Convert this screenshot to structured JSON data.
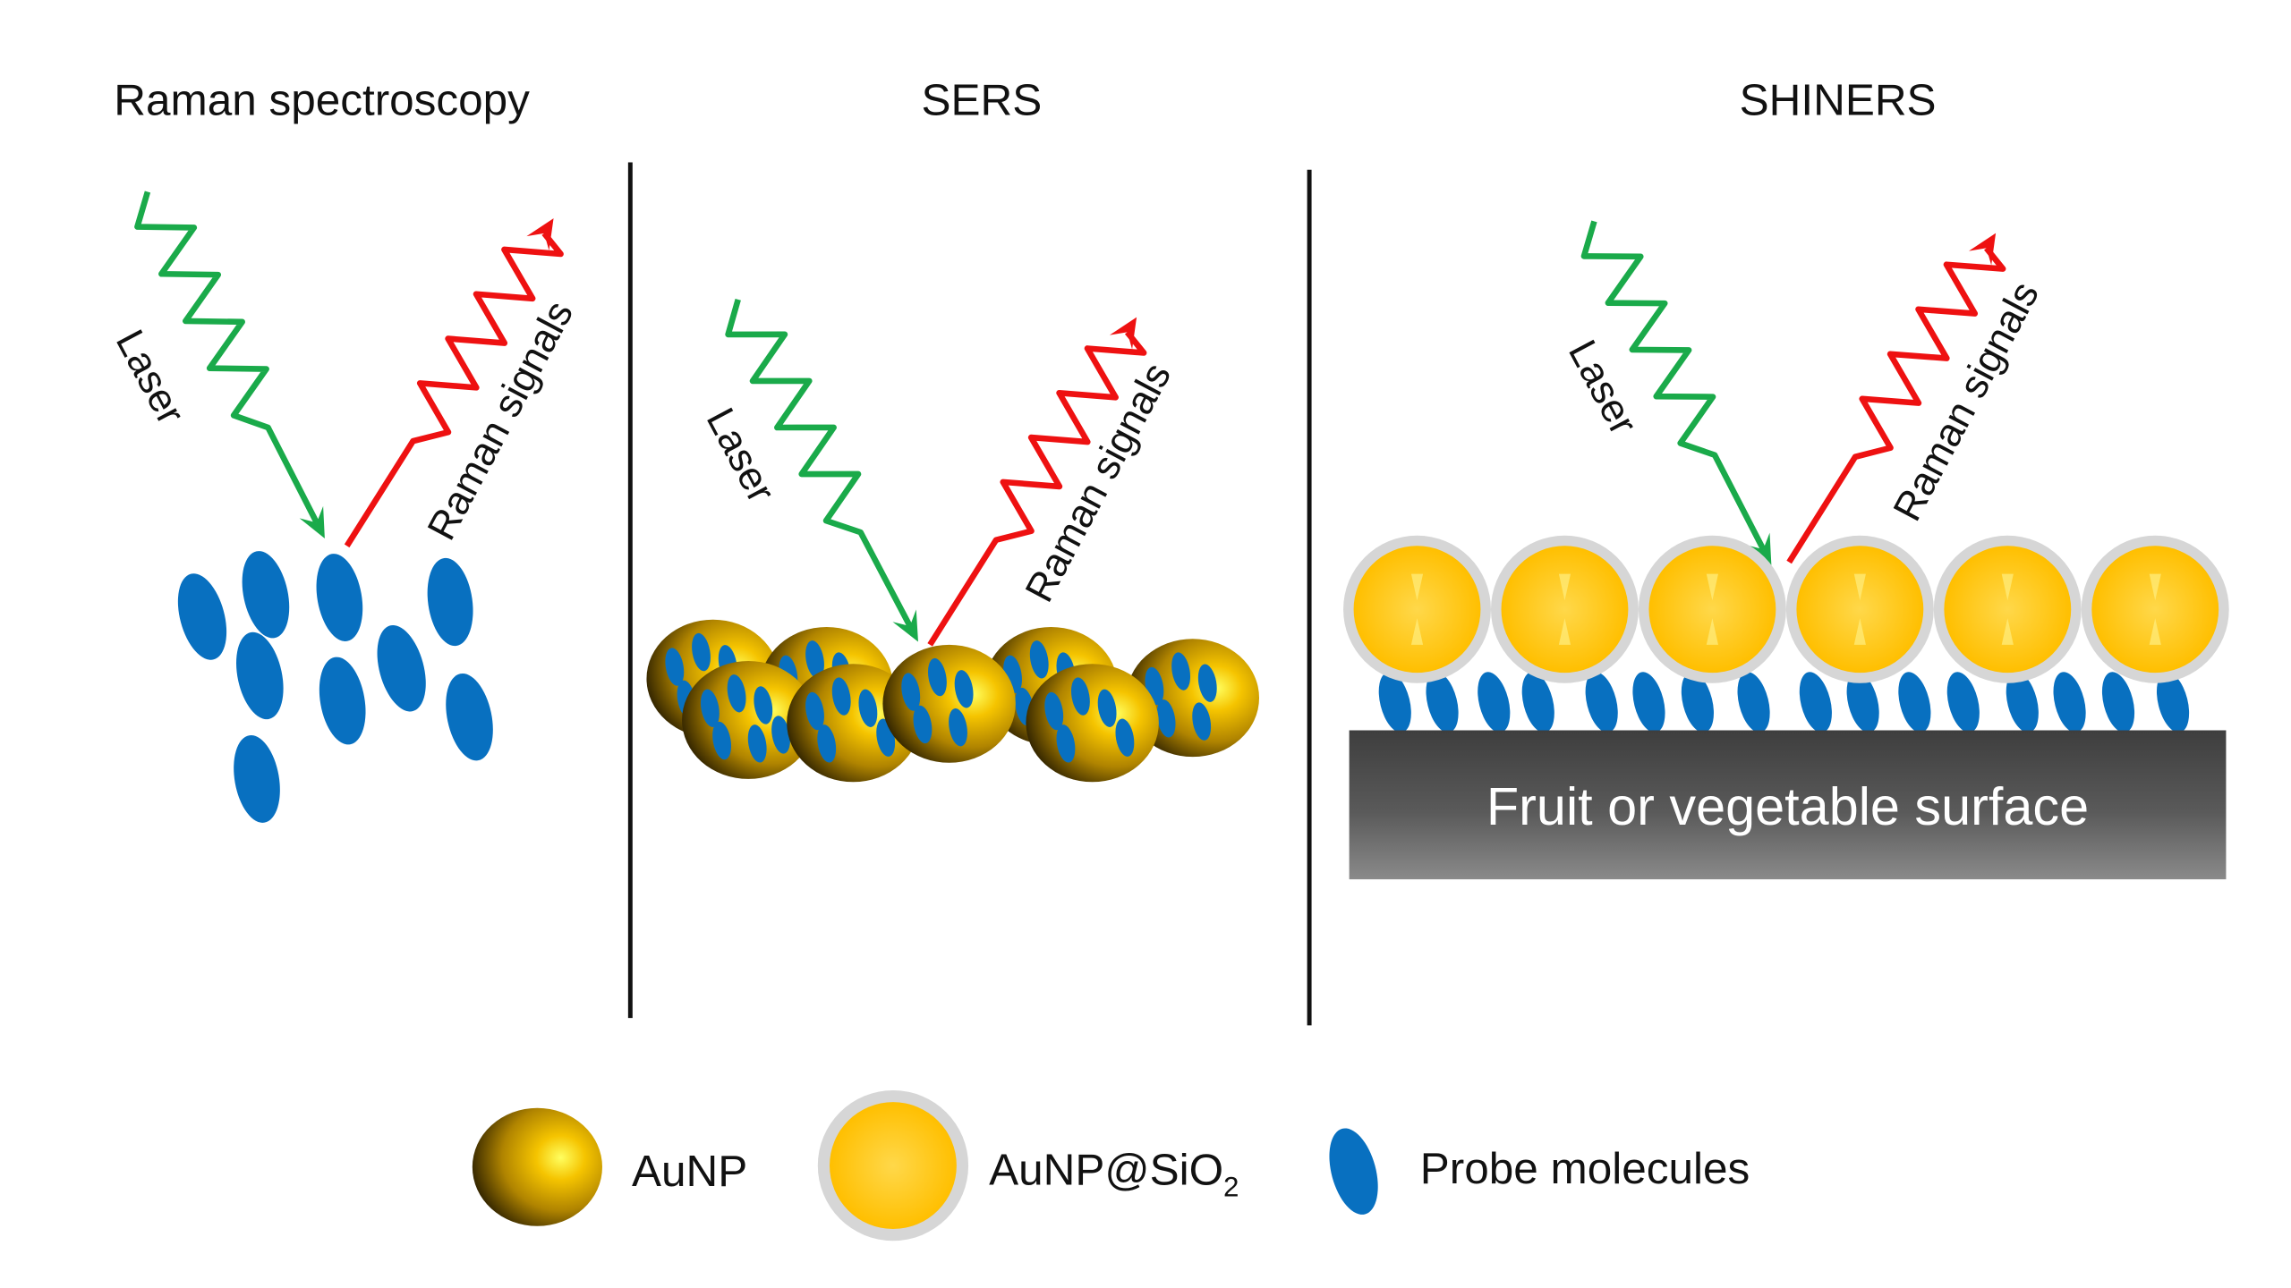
{
  "panels": [
    {
      "title": "Raman spectroscopy",
      "laser_label": "Laser",
      "signal_label": "Raman signals"
    },
    {
      "title": "SERS",
      "laser_label": "Laser",
      "signal_label": "Raman signals"
    },
    {
      "title": "SHINERS",
      "laser_label": "Laser",
      "signal_label": "Raman signals",
      "surface_label": "Fruit or vegetable surface"
    }
  ],
  "legend": {
    "aunp": "AuNP",
    "aunp_sio2": "AuNP@SiO",
    "aunp_sio2_sub": "2",
    "probe": "Probe molecules"
  },
  "colors": {
    "laser": "#1aaa4a",
    "signal": "#ee1111",
    "molecule": "#0870c0",
    "gold": "#ffc000",
    "shell": "#d6d6d6"
  }
}
